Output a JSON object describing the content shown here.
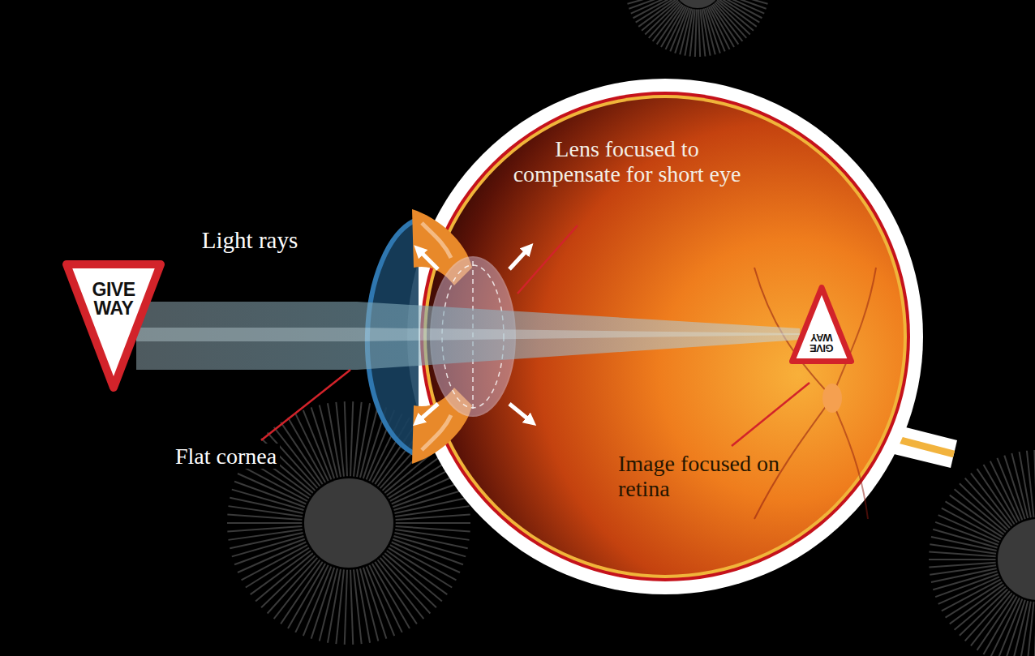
{
  "diagram": {
    "nodes": [
      {
        "text": [
          "GIVE WAY"
        ]
      },
      {
        "text": [
          "GIVE WAY"
        ]
      }
    ],
    "labels": [
      "Light rays",
      "Lens focused to compensate for short eye",
      "Flat cornea",
      "Image focused on retina"
    ]
  }
}
